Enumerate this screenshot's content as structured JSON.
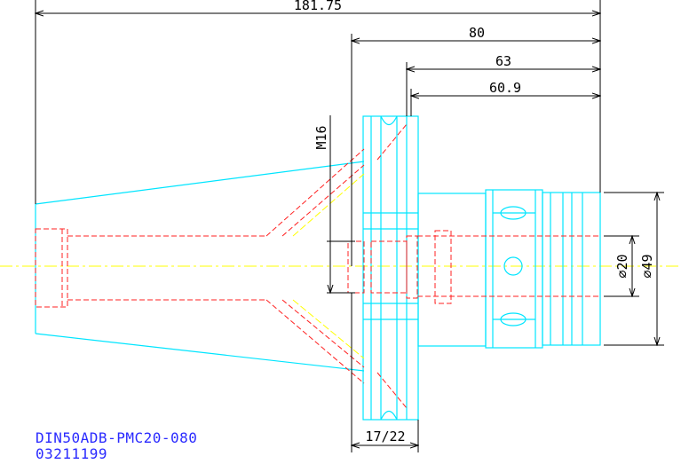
{
  "dimensions": {
    "overall_length": "181.75",
    "length_80": "80",
    "length_63": "63",
    "length_60_9": "60.9",
    "thread": "M16",
    "flange_width": "17/22",
    "bore_diameter": "⌀20",
    "outer_diameter": "⌀49"
  },
  "part": {
    "name": "DIN50ADB-PMC20-080",
    "number": "03211199"
  },
  "colors": {
    "outline": "#00e5ff",
    "hidden": "#ff2020",
    "centerline": "#ffff00",
    "dimension": "#000000",
    "label": "#2a2aff"
  }
}
